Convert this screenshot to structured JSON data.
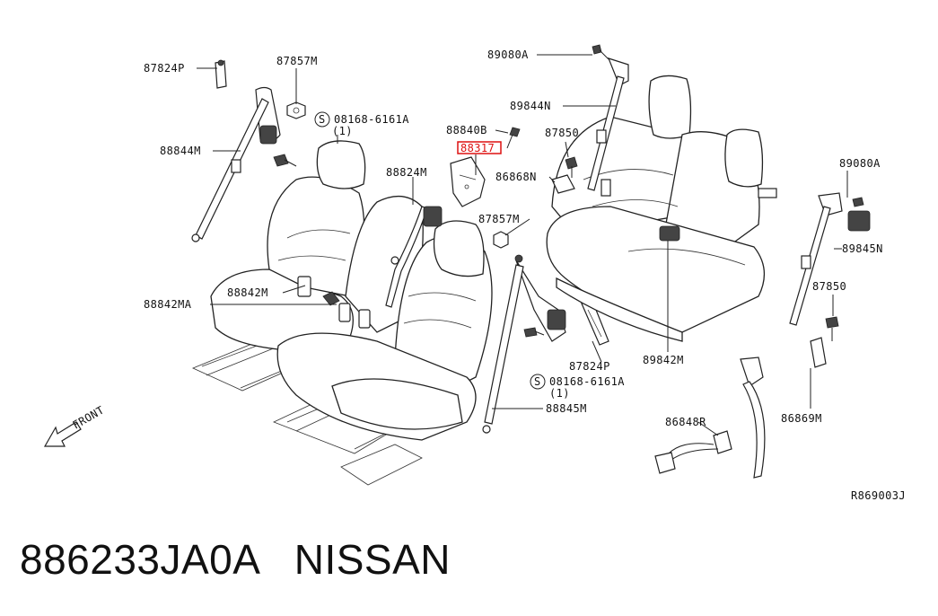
{
  "diagram": {
    "labels": {
      "p87824P_top": "87824P",
      "p87857M_top": "87857M",
      "p08168_left": "08168-6161A",
      "p08168_left_qty": "(1)",
      "p88844M": "88844M",
      "p88824M": "88824M",
      "p88842M": "88842M",
      "p88842MA": "88842MA",
      "p89080A_top": "89080A",
      "p89844N": "89844N",
      "p88840B": "88840B",
      "p88317": "88317",
      "p87850_top": "87850",
      "p86868N": "86868N",
      "p87857M_mid": "87857M",
      "p89080A_right": "89080A",
      "p89845N": "89845N",
      "p87850_right": "87850",
      "p87824P_mid": "87824P",
      "p08168_mid": "08168-6161A",
      "p08168_mid_qty": "(1)",
      "p89842M": "89842M",
      "p88845M": "88845M",
      "p86848R": "86848R",
      "p86869M": "86869M",
      "s_symbol": "S",
      "front": "FRONT",
      "ref": "R869003J"
    },
    "highlight_color": "#dd1111"
  },
  "caption": {
    "part_number": "886233JA0A",
    "brand": "NISSAN"
  }
}
